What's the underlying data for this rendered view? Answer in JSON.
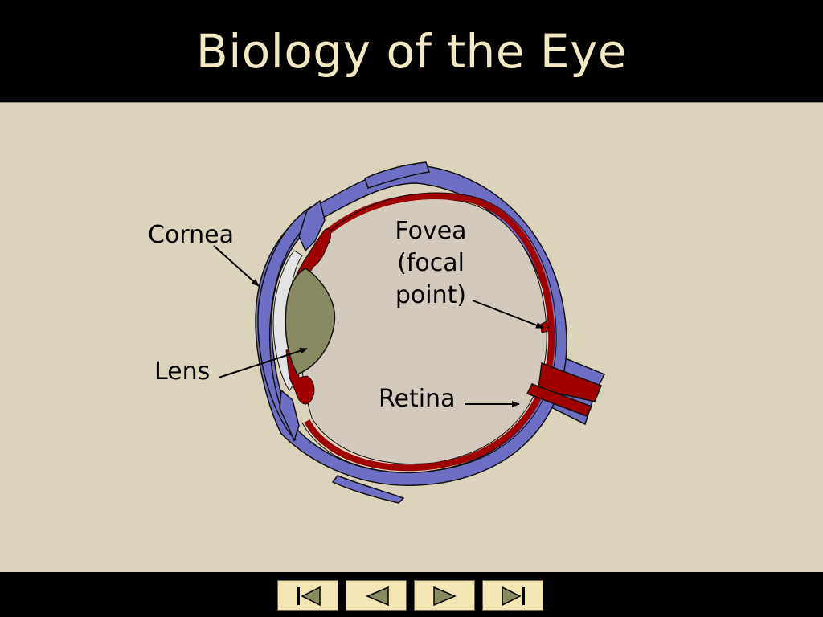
{
  "slide": {
    "title": "Biology of the Eye"
  },
  "labels": {
    "cornea": "Cornea",
    "lens": "Lens",
    "fovea_line1": "Fovea",
    "fovea_line2": "(focal",
    "fovea_line3": "point)",
    "retina": "Retina"
  },
  "colors": {
    "title_bar": "#000000",
    "title_text": "#f2e9c2",
    "background": "#dbd3bb",
    "sclera": "#6e6ec4",
    "retina": "#a00000",
    "lens": "#8a8a60",
    "vitreous": "#d3c9bc",
    "cornea_fluid": "#e4e4e4",
    "nav_button": "#f2e6b3"
  },
  "navigation": {
    "buttons": [
      {
        "name": "first-slide",
        "icon": "skip-back-icon"
      },
      {
        "name": "previous-slide",
        "icon": "triangle-left-icon"
      },
      {
        "name": "next-slide",
        "icon": "triangle-right-icon"
      },
      {
        "name": "last-slide",
        "icon": "skip-forward-icon"
      }
    ]
  }
}
